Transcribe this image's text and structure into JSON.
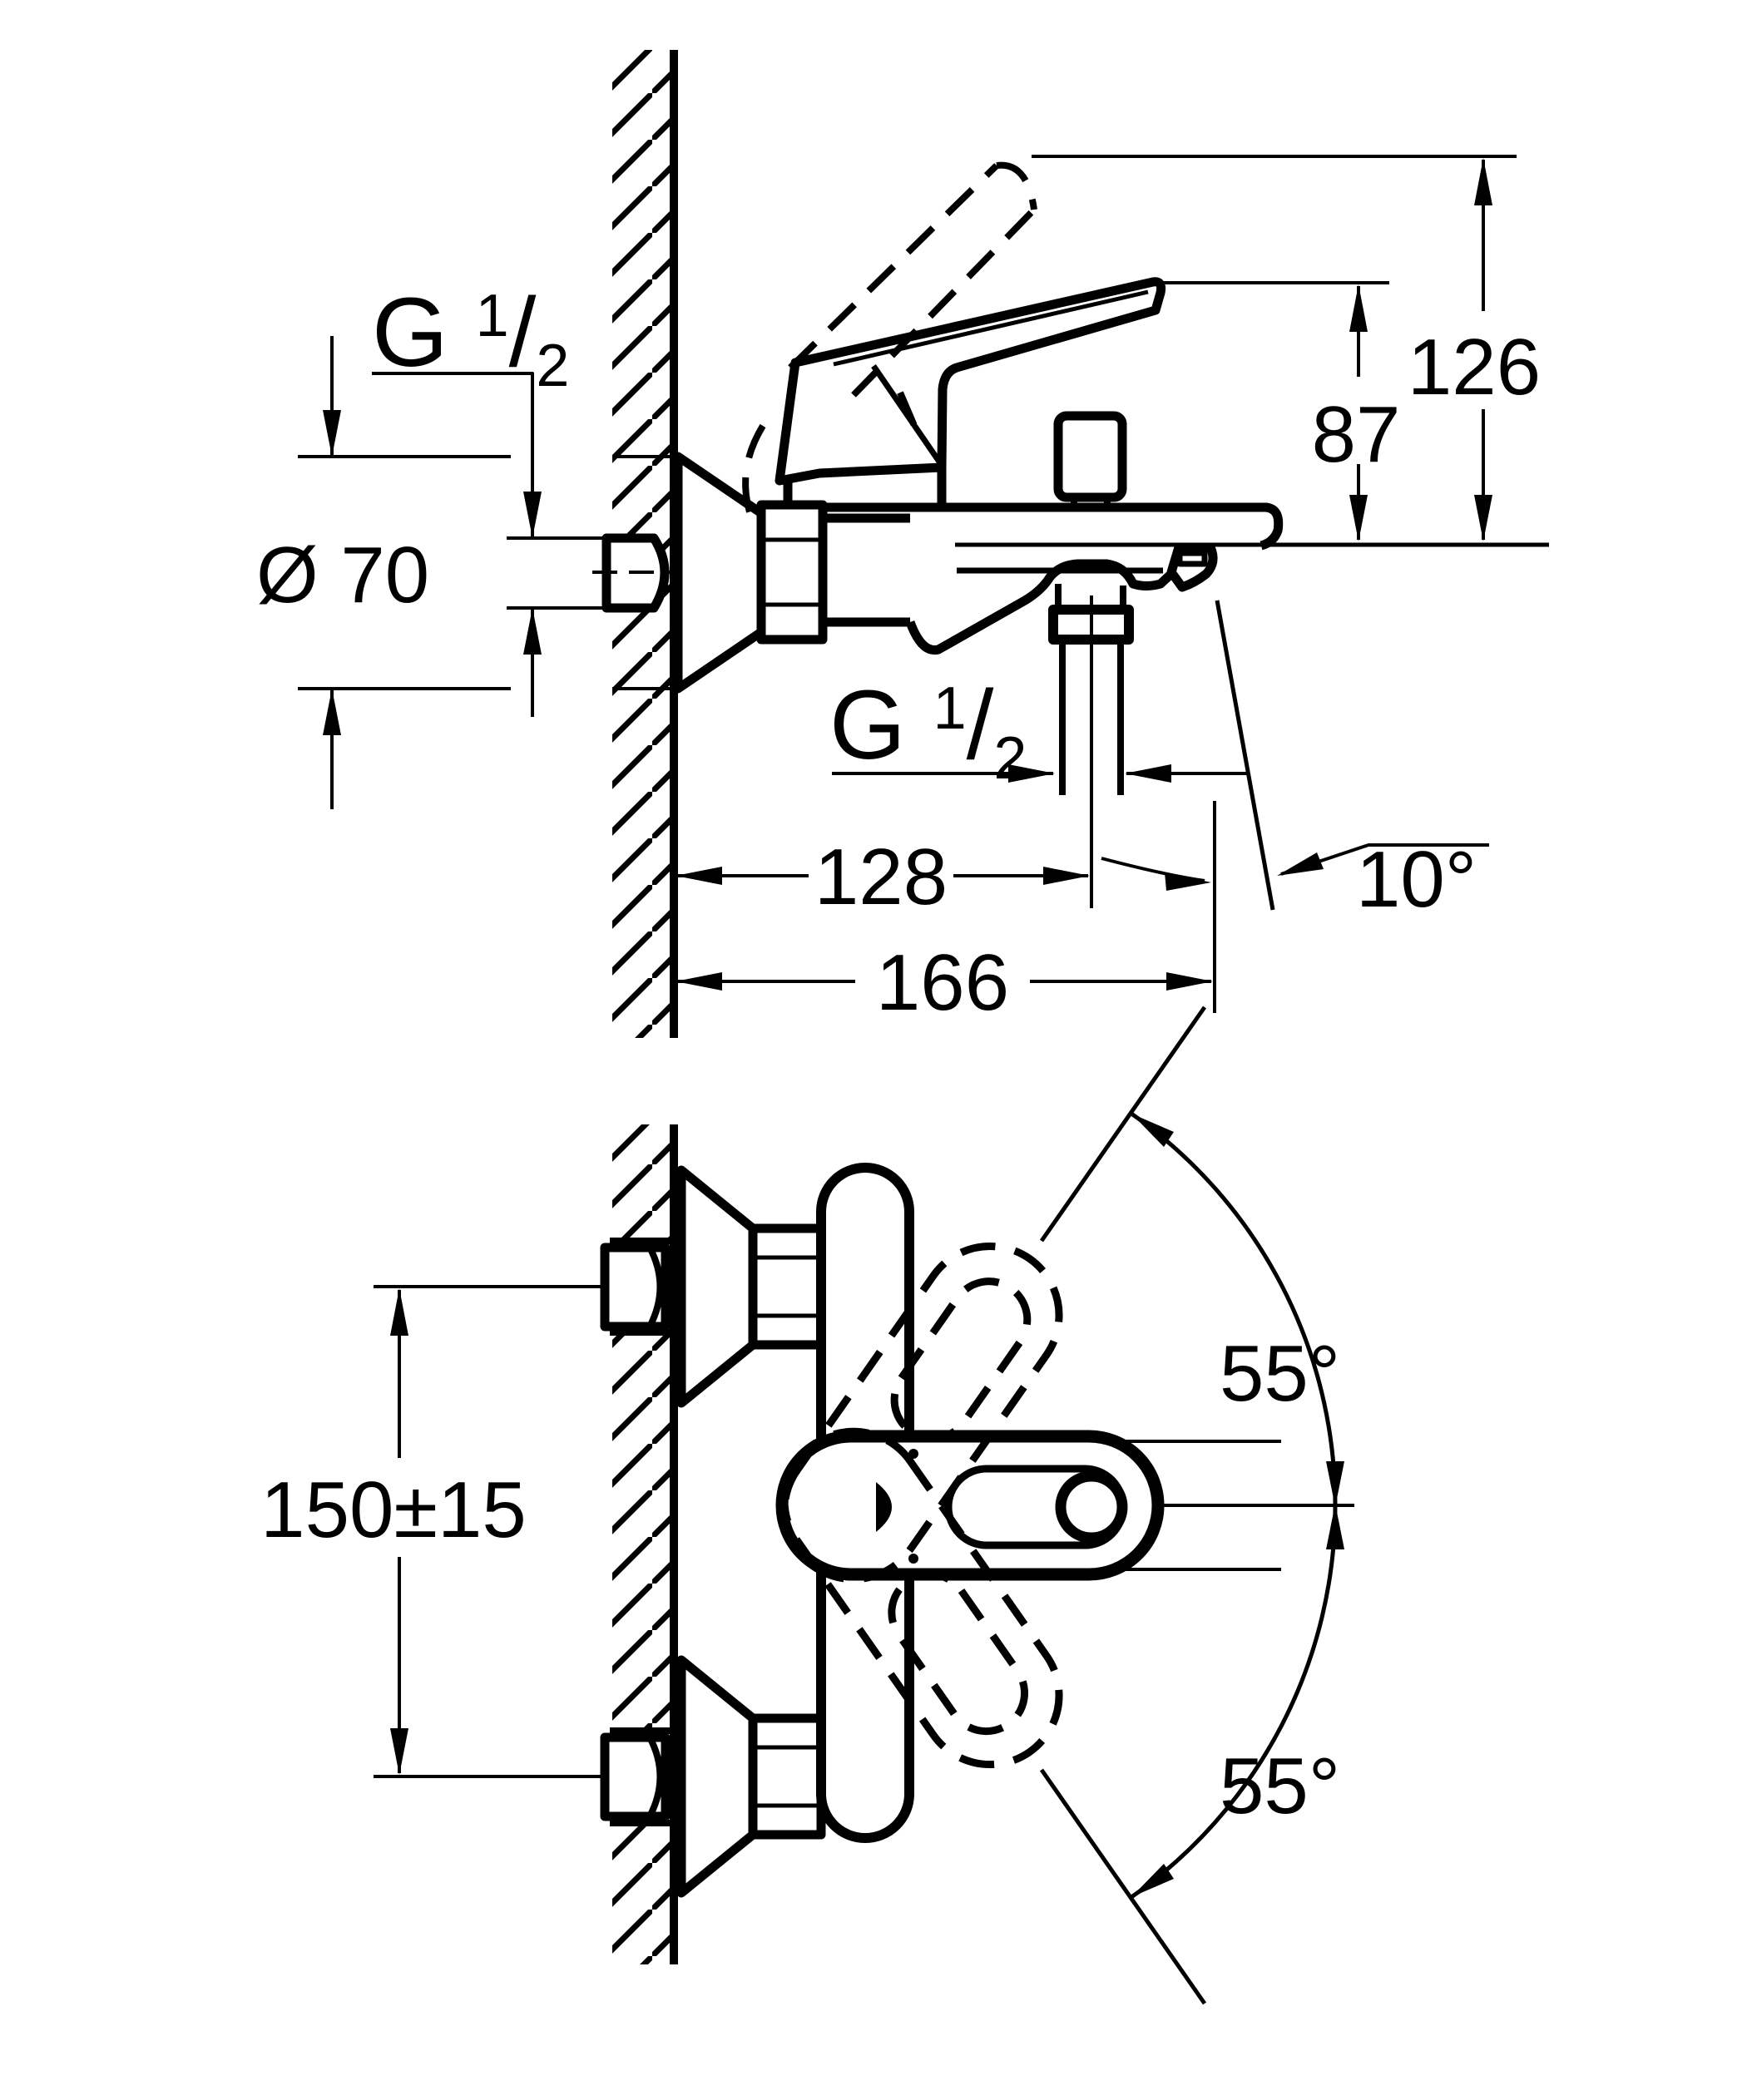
{
  "page": {
    "background": "#ffffff",
    "ink": "#000000"
  },
  "side_view": {
    "labels": {
      "inlet_thread": "G 1/2",
      "flange_diameter": "Ø 70",
      "height_to_open_lever": "126",
      "height_to_closed_lever": "87",
      "shower_outlet_thread": "G 1/2",
      "spout_angle": "10°",
      "spout_projection": "128",
      "overall_projection": "166"
    }
  },
  "front_view": {
    "labels": {
      "connection_spacing": "150±15",
      "lever_swing_upper": "55°",
      "lever_swing_lower": "55°"
    }
  }
}
